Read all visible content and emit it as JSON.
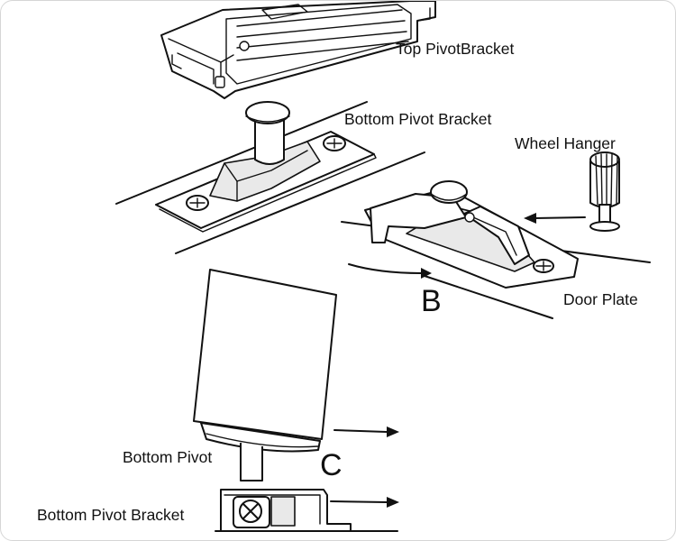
{
  "labels": {
    "top_pivot_bracket": "Top PivotBracket",
    "bottom_pivot_bracket_b": "Bottom Pivot Bracket",
    "wheel_hanger": "Wheel Hanger",
    "door_plate": "Door Plate",
    "step_b": "B",
    "bottom_pivot": "Bottom Pivot",
    "step_c": "C",
    "bottom_pivot_bracket_c": "Bottom Pivot Bracket"
  },
  "colors": {
    "line": "#111111",
    "background": "#ffffff",
    "shade": "#e9e9e9"
  }
}
